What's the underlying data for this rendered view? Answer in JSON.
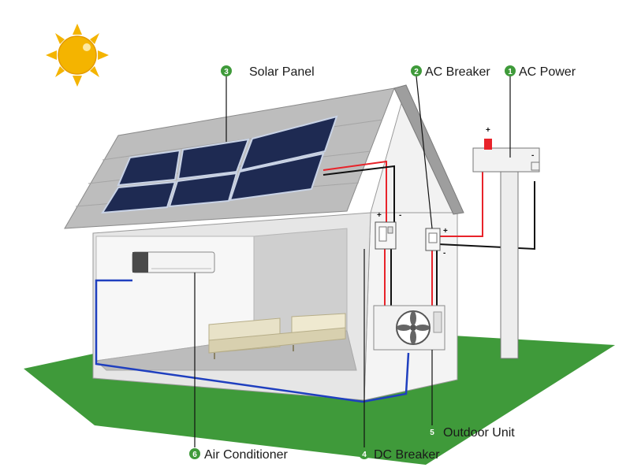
{
  "labels": [
    {
      "num": "1",
      "text": "AC Power"
    },
    {
      "num": "2",
      "text": "AC Breaker"
    },
    {
      "num": "3",
      "text": "Solar Panel"
    },
    {
      "num": "4",
      "text": "DC Breaker"
    },
    {
      "num": "5",
      "text": "Outdoor Unit"
    },
    {
      "num": "6",
      "text": "Air Conditioner"
    }
  ],
  "signs": {
    "plus": "+",
    "minus": "-"
  },
  "colors": {
    "ground": "#3f9a3a",
    "sun": "#f4b400",
    "wire_positive": "#e8232a",
    "wire_negative": "#111111",
    "wire_ac_unit": "#1f3fbf",
    "badge": "#3f9a3a"
  }
}
